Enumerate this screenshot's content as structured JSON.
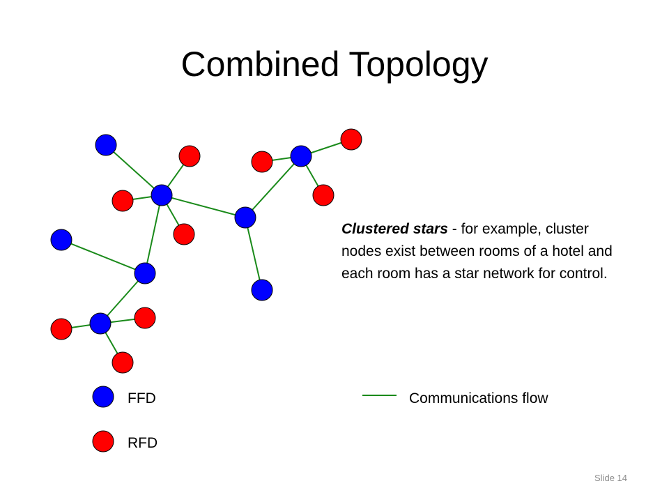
{
  "slide": {
    "title": "Combined Topology",
    "description": {
      "emphasis": "Clustered stars",
      "rest": " - for example, cluster nodes exist between rooms of a hotel and each room has a star network for control."
    },
    "legend": {
      "ffd_label": "FFD",
      "rfd_label": "RFD",
      "flow_label": "Communications flow"
    },
    "slide_number": "Slide 14"
  },
  "colors": {
    "ffd": "#0000ff",
    "rfd": "#ff0000",
    "link": "#1a8a1a",
    "node_outline": "#000000"
  },
  "network": {
    "nodes": [
      {
        "id": "hub-a",
        "kind": "FFD"
      },
      {
        "id": "hub-b",
        "kind": "FFD"
      },
      {
        "id": "hub-c",
        "kind": "FFD"
      },
      {
        "id": "hub-d",
        "kind": "FFD"
      },
      {
        "id": "hub-e",
        "kind": "FFD"
      },
      {
        "id": "leaf-1",
        "kind": "FFD"
      },
      {
        "id": "leaf-2",
        "kind": "FFD"
      },
      {
        "id": "leaf-3",
        "kind": "FFD"
      },
      {
        "id": "leaf-4",
        "kind": "RFD"
      },
      {
        "id": "leaf-5",
        "kind": "RFD"
      },
      {
        "id": "leaf-6",
        "kind": "RFD"
      },
      {
        "id": "leaf-7",
        "kind": "RFD"
      },
      {
        "id": "leaf-8",
        "kind": "RFD"
      },
      {
        "id": "leaf-9",
        "kind": "RFD"
      },
      {
        "id": "leaf-10",
        "kind": "RFD"
      },
      {
        "id": "leaf-11",
        "kind": "RFD"
      },
      {
        "id": "leaf-12",
        "kind": "RFD"
      }
    ],
    "links": [
      [
        "hub-a",
        "leaf-1"
      ],
      [
        "hub-a",
        "leaf-4"
      ],
      [
        "hub-a",
        "leaf-5"
      ],
      [
        "hub-a",
        "leaf-6"
      ],
      [
        "hub-a",
        "hub-b"
      ],
      [
        "hub-a",
        "hub-d"
      ],
      [
        "hub-b",
        "hub-c"
      ],
      [
        "hub-b",
        "leaf-3"
      ],
      [
        "hub-c",
        "leaf-7"
      ],
      [
        "hub-c",
        "leaf-8"
      ],
      [
        "hub-c",
        "leaf-9"
      ],
      [
        "hub-d",
        "leaf-2"
      ],
      [
        "hub-d",
        "hub-e"
      ],
      [
        "hub-e",
        "leaf-10"
      ],
      [
        "hub-e",
        "leaf-11"
      ],
      [
        "hub-e",
        "leaf-12"
      ]
    ]
  }
}
